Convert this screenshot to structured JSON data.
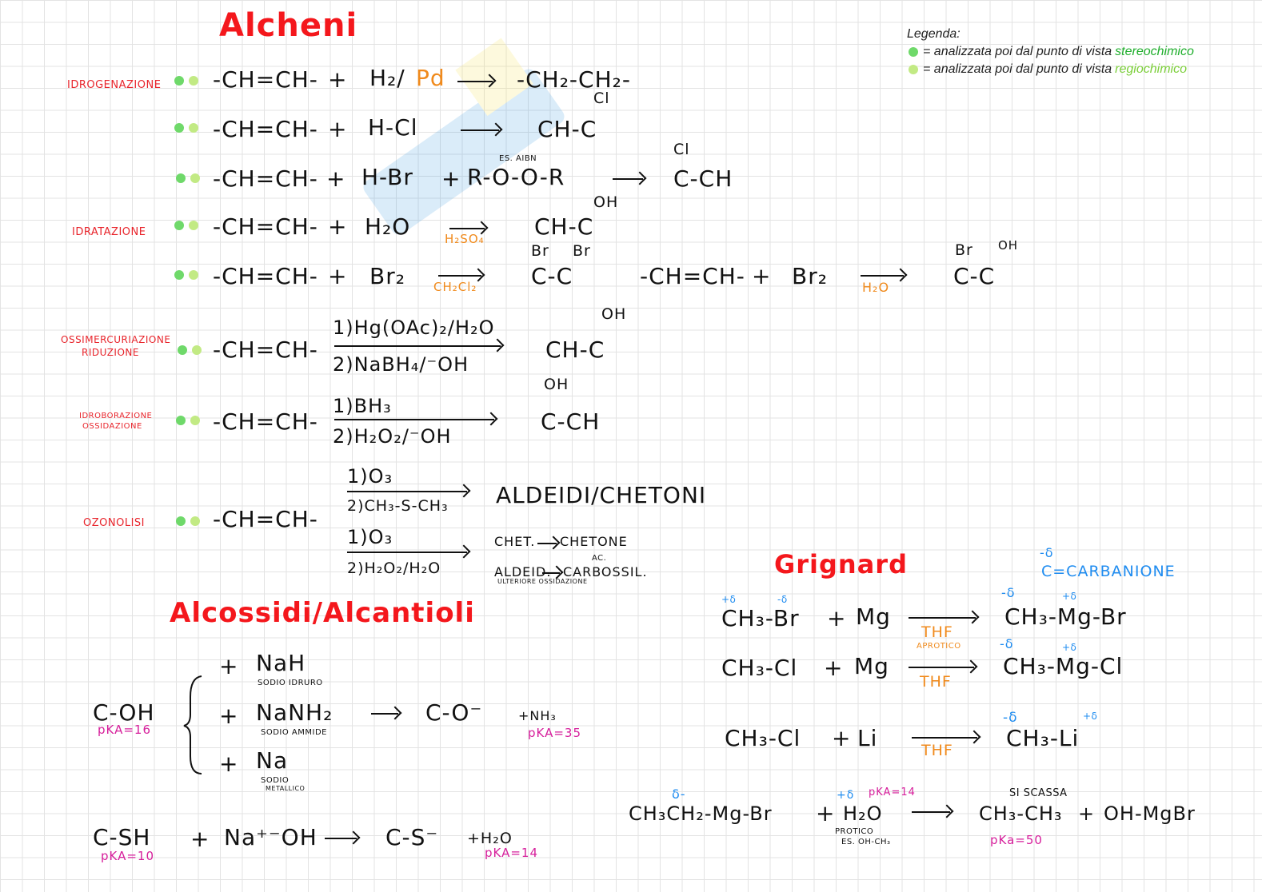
{
  "titles": {
    "alcheni": "Alcheni",
    "alcossidi": "Alcossidi/Alcantioli",
    "grignard": "Grignard"
  },
  "legend": {
    "heading": "Legenda:",
    "items": [
      {
        "prefix": "= analizzata poi dal punto di vista ",
        "highlight": "stereochimico",
        "color": "#1fae2c",
        "dot": "#6fd96a"
      },
      {
        "prefix": "= analizzata poi dal punto di vista ",
        "highlight": "regiochimico",
        "color": "#7ccf3a",
        "dot": "#c2ea84"
      }
    ]
  },
  "colors": {
    "red": "#f4171c",
    "orange": "#f08a1c",
    "blue": "#1f8cf0",
    "pink": "#d61e9b",
    "dot_dark": "#6fd96a",
    "dot_light": "#c2ea84"
  },
  "labels": {
    "idrogenazione": "IDROGENAZIONE",
    "idratazione": "IDRATAZIONE",
    "ossimercuriazione_1": "OSSIMERCURIAZIONE",
    "ossimercuriazione_2": "RIDUZIONE",
    "idroborazione_1": "IDROBORAZIONE",
    "idroborazione_2": "OSSIDAZIONE",
    "ozonolisi": "OZONOLISI"
  },
  "alcheni": {
    "alkene": "-CH=CH-",
    "r1": {
      "plus": "+",
      "reagent_a": "H₂/",
      "reagent_b": "Pd",
      "product": "-CH₂-CH₂-"
    },
    "r2": {
      "plus": "+",
      "reagent": "H-Cl",
      "product": "CH-C",
      "sub": "Cl"
    },
    "r3": {
      "plus": "+",
      "reagent": "H-Br",
      "plus2": "+",
      "peroxide": "R-O-O-R",
      "note": "ES. AIBN",
      "product": "C-CH",
      "sub": "Cl"
    },
    "r4": {
      "plus": "+",
      "reagent": "H₂O",
      "catalyst": "H₂SO₄",
      "product": "CH-C",
      "sub": "OH"
    },
    "r5": {
      "plus": "+",
      "reagent": "Br₂",
      "solvent": "CH₂Cl₂",
      "product": "C-C",
      "sub1": "Br",
      "sub2": "Br"
    },
    "r5b": {
      "alkene": "-CH=CH-",
      "plus": "+",
      "reagent": "Br₂",
      "solvent": "H₂O",
      "product": "C-C",
      "sub1": "Br",
      "sub2": "OH"
    },
    "r6": {
      "step1": "1)Hg(OAc)₂/H₂O",
      "step2": "2)NaBH₄/⁻OH",
      "product": "CH-C",
      "sub": "OH"
    },
    "r7": {
      "step1": "1)BH₃",
      "step2": "2)H₂O₂/⁻OH",
      "product": "C-CH",
      "sub": "OH"
    },
    "r8": {
      "a_step1": "1)O₃",
      "a_step2": "2)CH₃-S-CH₃",
      "a_product": "ALDEIDI/CHETONI",
      "b_step1": "1)O₃",
      "b_step2": "2)H₂O₂/H₂O",
      "chet": "CHET.",
      "chetone": "CHETONE",
      "aldeid": "ALDEID.",
      "ac": "AC.",
      "carbossil": "CARBOSSIL.",
      "ulteriore": "ULTERIORE OSSIDAZIONE"
    }
  },
  "alcossidi": {
    "alcohol": "C-OH",
    "pka_alcohol": "pKA=16",
    "plus": "+",
    "nah": "NaH",
    "nah_name": "SODIO IDRURO",
    "nanh2": "NaNH₂",
    "nanh2_name": "SODIO AMMIDE",
    "na": "Na",
    "na_name_1": "SODIO",
    "na_name_2": "METALLICO",
    "alkoxide": "C-O⁻",
    "byproduct": "+NH₃",
    "pka_nh3": "pKA=35",
    "thiol": "C-SH",
    "pka_thiol": "pKA=10",
    "naoh": "Na⁺⁻OH",
    "thiolate": "C-S⁻",
    "water": "+H₂O",
    "pka_water": "pKA=14"
  },
  "grignard": {
    "carbanion_delta": "-δ",
    "carbanion": "C=CARBANIONE",
    "r1": {
      "left": "CH₃-Br",
      "d1": "+δ",
      "d2": "-δ",
      "plus": "+",
      "metal": "Mg",
      "solvent": "THF",
      "solvent_note": "APROTICO",
      "product": "CH₃-Mg-Br",
      "pd1": "-δ",
      "pd2": "+δ"
    },
    "r2": {
      "left": "CH₃-Cl",
      "plus": "+",
      "metal": "Mg",
      "solvent": "THF",
      "product": "CH₃-Mg-Cl",
      "pd1": "-δ",
      "pd2": "+δ"
    },
    "r3": {
      "left": "CH₃-Cl",
      "plus": "+",
      "metal": "Li",
      "solvent": "THF",
      "product": "CH₃-Li",
      "pd1": "-δ",
      "pd2": "+δ"
    },
    "r4": {
      "left": "CH₃CH₂-Mg-Br",
      "d1": "δ-",
      "plus": "+",
      "water": "H₂O",
      "d2": "+δ",
      "pka": "pKA=14",
      "protico": "PROTICO",
      "es": "ES. OH-CH₃",
      "note": "SI SCASSA",
      "product": "CH₃-CH₃",
      "plus2": "+",
      "product2": "OH-MgBr",
      "pka2": "pKa=50"
    }
  }
}
